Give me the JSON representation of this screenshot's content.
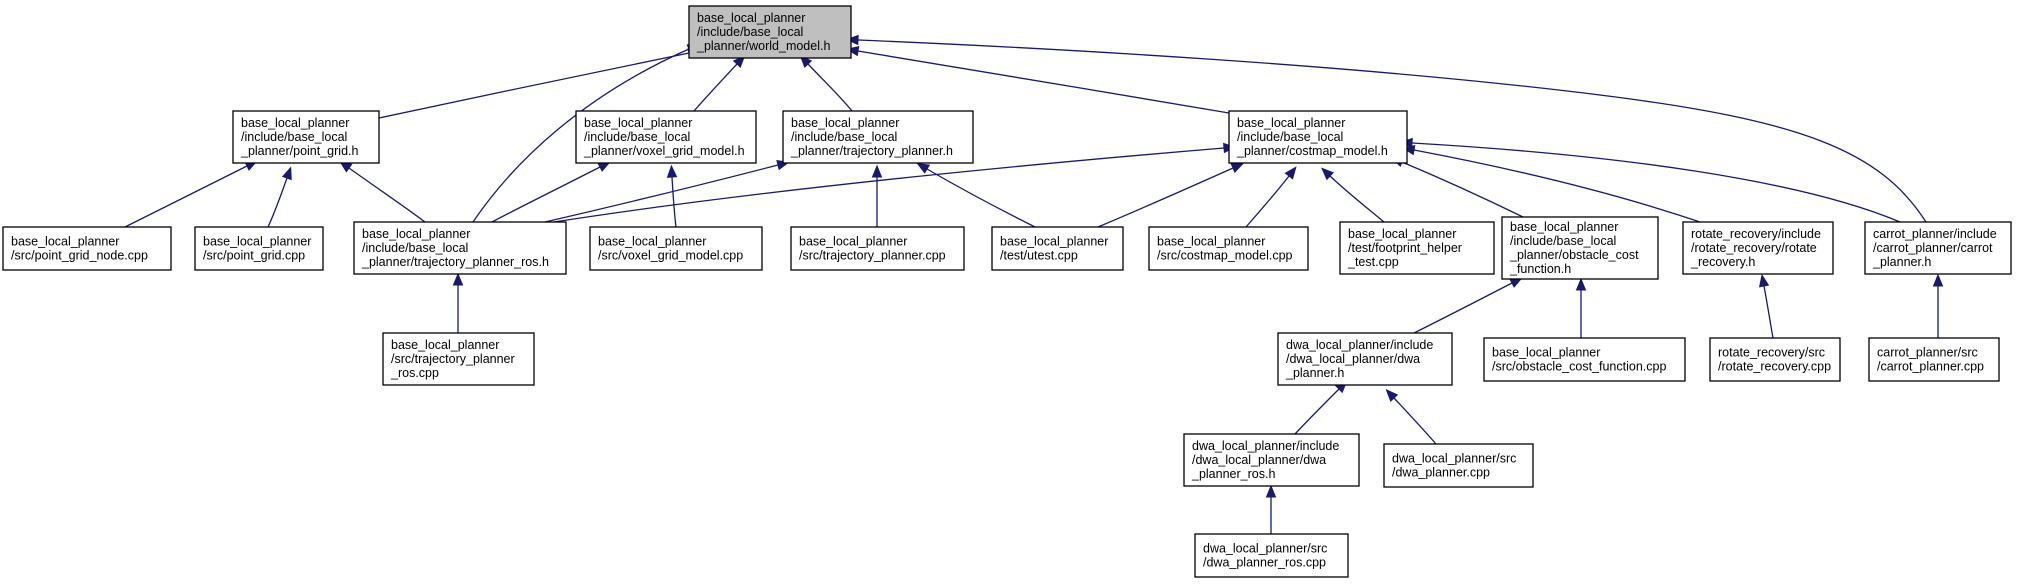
{
  "diagram": {
    "type": "include-dependency-graph",
    "colors": {
      "edge": "#191970",
      "root_fill": "#bfbfbf",
      "node_fill": "#ffffff",
      "border": "#000000"
    },
    "nodes": [
      {
        "id": "world_model_h",
        "lines": [
          "base_local_planner",
          "/include/base_local",
          "_planner/world_model.h"
        ],
        "root": true
      },
      {
        "id": "point_grid_h",
        "lines": [
          "base_local_planner",
          "/include/base_local",
          "_planner/point_grid.h"
        ]
      },
      {
        "id": "voxel_grid_model_h",
        "lines": [
          "base_local_planner",
          "/include/base_local",
          "_planner/voxel_grid_model.h"
        ]
      },
      {
        "id": "trajectory_planner_h",
        "lines": [
          "base_local_planner",
          "/include/base_local",
          "_planner/trajectory_planner.h"
        ]
      },
      {
        "id": "costmap_model_h",
        "lines": [
          "base_local_planner",
          "/include/base_local",
          "_planner/costmap_model.h"
        ]
      },
      {
        "id": "point_grid_node_cpp",
        "lines": [
          "base_local_planner",
          "/src/point_grid_node.cpp"
        ]
      },
      {
        "id": "point_grid_cpp",
        "lines": [
          "base_local_planner",
          "/src/point_grid.cpp"
        ]
      },
      {
        "id": "trajectory_planner_ros_h",
        "lines": [
          "base_local_planner",
          "/include/base_local",
          "_planner/trajectory_planner_ros.h"
        ]
      },
      {
        "id": "voxel_grid_model_cpp",
        "lines": [
          "base_local_planner",
          "/src/voxel_grid_model.cpp"
        ]
      },
      {
        "id": "trajectory_planner_cpp",
        "lines": [
          "base_local_planner",
          "/src/trajectory_planner.cpp"
        ]
      },
      {
        "id": "utest_cpp",
        "lines": [
          "base_local_planner",
          "/test/utest.cpp"
        ]
      },
      {
        "id": "costmap_model_cpp",
        "lines": [
          "base_local_planner",
          "/src/costmap_model.cpp"
        ]
      },
      {
        "id": "footprint_helper_test_cpp",
        "lines": [
          "base_local_planner",
          "/test/footprint_helper",
          "_test.cpp"
        ]
      },
      {
        "id": "obstacle_cost_function_h",
        "lines": [
          "base_local_planner",
          "/include/base_local",
          "_planner/obstacle_cost",
          "_function.h"
        ]
      },
      {
        "id": "rotate_recovery_h",
        "lines": [
          "rotate_recovery/include",
          "/rotate_recovery/rotate",
          "_recovery.h"
        ]
      },
      {
        "id": "carrot_planner_h",
        "lines": [
          "carrot_planner/include",
          "/carrot_planner/carrot",
          "_planner.h"
        ]
      },
      {
        "id": "trajectory_planner_ros_cpp",
        "lines": [
          "base_local_planner",
          "/src/trajectory_planner",
          "_ros.cpp"
        ]
      },
      {
        "id": "dwa_planner_h",
        "lines": [
          "dwa_local_planner/include",
          "/dwa_local_planner/dwa",
          "_planner.h"
        ]
      },
      {
        "id": "obstacle_cost_function_cpp",
        "lines": [
          "base_local_planner",
          "/src/obstacle_cost_function.cpp"
        ]
      },
      {
        "id": "rotate_recovery_cpp",
        "lines": [
          "rotate_recovery/src",
          "/rotate_recovery.cpp"
        ]
      },
      {
        "id": "carrot_planner_cpp",
        "lines": [
          "carrot_planner/src",
          "/carrot_planner.cpp"
        ]
      },
      {
        "id": "dwa_planner_ros_h",
        "lines": [
          "dwa_local_planner/include",
          "/dwa_local_planner/dwa",
          "_planner_ros.h"
        ]
      },
      {
        "id": "dwa_planner_cpp",
        "lines": [
          "dwa_local_planner/src",
          "/dwa_planner.cpp"
        ]
      },
      {
        "id": "dwa_planner_ros_cpp",
        "lines": [
          "dwa_local_planner/src",
          "/dwa_planner_ros.cpp"
        ]
      }
    ],
    "edges": [
      {
        "from": "point_grid_h",
        "to": "world_model_h"
      },
      {
        "from": "trajectory_planner_ros_h",
        "to": "world_model_h"
      },
      {
        "from": "voxel_grid_model_h",
        "to": "world_model_h"
      },
      {
        "from": "trajectory_planner_h",
        "to": "world_model_h"
      },
      {
        "from": "costmap_model_h",
        "to": "world_model_h"
      },
      {
        "from": "carrot_planner_h",
        "to": "world_model_h"
      },
      {
        "from": "point_grid_node_cpp",
        "to": "point_grid_h"
      },
      {
        "from": "point_grid_cpp",
        "to": "point_grid_h"
      },
      {
        "from": "trajectory_planner_ros_h",
        "to": "point_grid_h"
      },
      {
        "from": "trajectory_planner_ros_h",
        "to": "voxel_grid_model_h"
      },
      {
        "from": "voxel_grid_model_cpp",
        "to": "voxel_grid_model_h"
      },
      {
        "from": "trajectory_planner_ros_h",
        "to": "trajectory_planner_h"
      },
      {
        "from": "trajectory_planner_cpp",
        "to": "trajectory_planner_h"
      },
      {
        "from": "utest_cpp",
        "to": "trajectory_planner_h"
      },
      {
        "from": "trajectory_planner_ros_h",
        "to": "costmap_model_h"
      },
      {
        "from": "utest_cpp",
        "to": "costmap_model_h"
      },
      {
        "from": "costmap_model_cpp",
        "to": "costmap_model_h"
      },
      {
        "from": "footprint_helper_test_cpp",
        "to": "costmap_model_h"
      },
      {
        "from": "obstacle_cost_function_h",
        "to": "costmap_model_h"
      },
      {
        "from": "rotate_recovery_h",
        "to": "costmap_model_h"
      },
      {
        "from": "carrot_planner_h",
        "to": "costmap_model_h"
      },
      {
        "from": "trajectory_planner_ros_cpp",
        "to": "trajectory_planner_ros_h"
      },
      {
        "from": "dwa_planner_h",
        "to": "obstacle_cost_function_h"
      },
      {
        "from": "obstacle_cost_function_cpp",
        "to": "obstacle_cost_function_h"
      },
      {
        "from": "rotate_recovery_cpp",
        "to": "rotate_recovery_h"
      },
      {
        "from": "carrot_planner_cpp",
        "to": "carrot_planner_h"
      },
      {
        "from": "dwa_planner_ros_h",
        "to": "dwa_planner_h"
      },
      {
        "from": "dwa_planner_cpp",
        "to": "dwa_planner_h"
      },
      {
        "from": "dwa_planner_ros_cpp",
        "to": "dwa_planner_ros_h"
      }
    ]
  }
}
